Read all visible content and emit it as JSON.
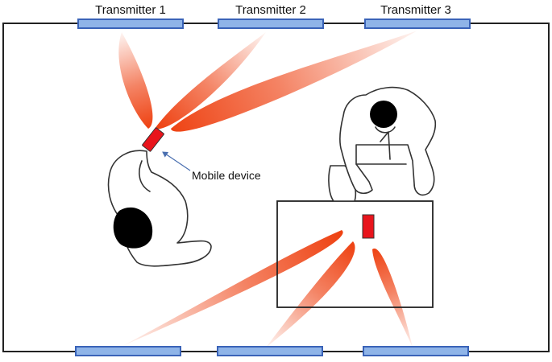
{
  "diagram": {
    "transmitters_top": [
      {
        "label": "Transmitter 1"
      },
      {
        "label": "Transmitter 2"
      },
      {
        "label": "Transmitter 3"
      }
    ],
    "device_label": "Mobile device",
    "colors": {
      "transmitter_fill": "#8fb4e8",
      "transmitter_stroke": "#3a63b8",
      "device_fill": "#e8141c",
      "beam": "#ee4010",
      "arrow": "#4a6fb0",
      "head": "#000000",
      "room_border": "#222222"
    }
  }
}
